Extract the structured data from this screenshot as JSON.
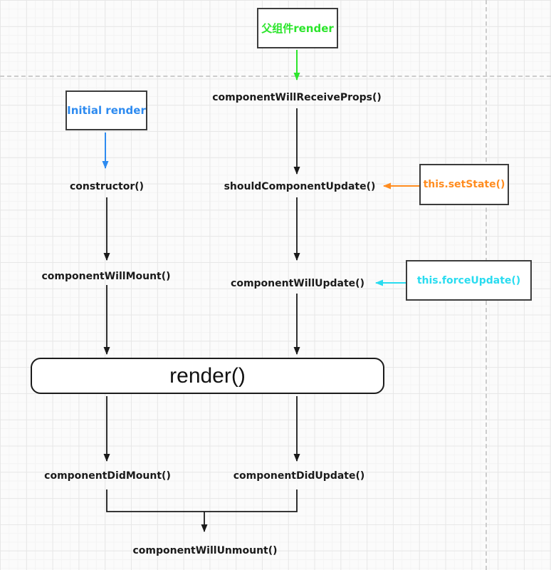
{
  "diagram": {
    "boxes": {
      "parent_render": {
        "label": "父组件render"
      },
      "initial_render": {
        "label": "Initial render"
      },
      "set_state": {
        "label": "this.setState()"
      },
      "force_update": {
        "label": "this.forceUpdate()"
      },
      "render": {
        "label": "render()"
      }
    },
    "labels": {
      "receive_props": "componentWillReceiveProps()",
      "should_update": "shouldComponentUpdate()",
      "will_update": "componentWillUpdate()",
      "constructor_fn": "constructor()",
      "will_mount": "componentWillMount()",
      "did_mount": "componentDidMount()",
      "did_update": "componentDidUpdate()",
      "will_unmount": "componentWillUnmount()"
    }
  },
  "colors": {
    "green": "#2ce52c",
    "blue": "#2e8bf0",
    "orange": "#ff8c1f",
    "cyan": "#29dcf0",
    "line": "#1a1a1a",
    "border": "#3c3c3c",
    "text": "#1a1a1a",
    "page_break": "#cccccc",
    "grid_minor": "#f4f4f4",
    "grid_major": "#e7e7e7"
  }
}
